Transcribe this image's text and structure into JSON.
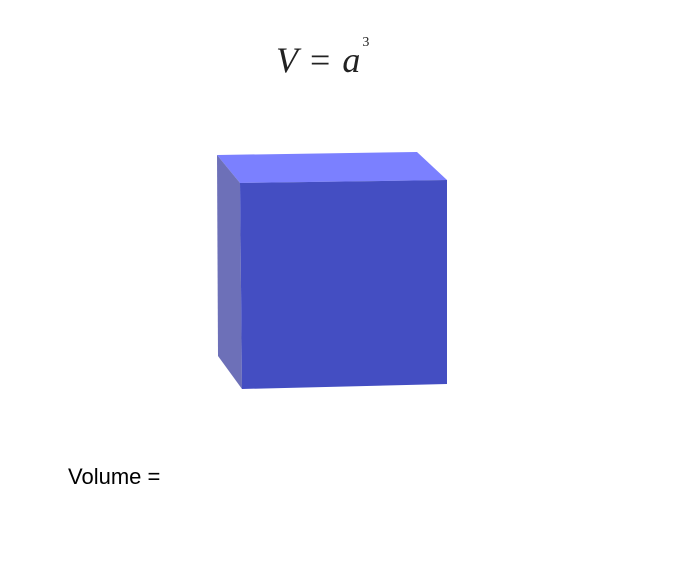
{
  "formula": {
    "lhs": "V",
    "equals": "=",
    "base": "a",
    "exponent": "3"
  },
  "volume": {
    "label": "Volume =",
    "value": ""
  },
  "colors": {
    "cube_front": "#444ec2",
    "cube_top": "#7b80ff",
    "cube_side": "#6d70b8",
    "text": "#000000"
  }
}
